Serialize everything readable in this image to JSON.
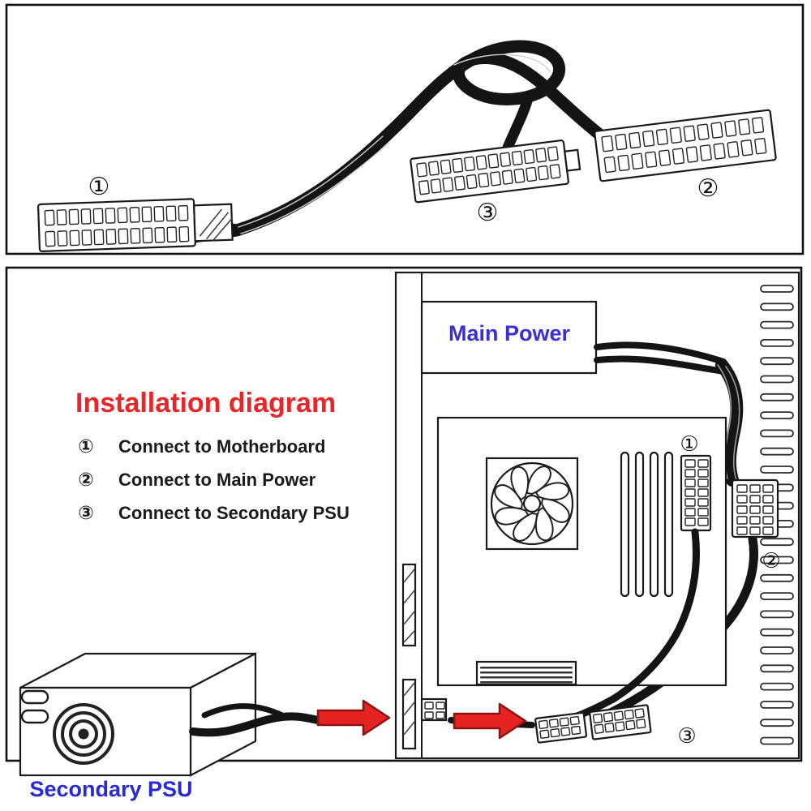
{
  "top_panel": {
    "label_connector_1": "①",
    "label_connector_2": "②",
    "label_connector_3": "③"
  },
  "installation": {
    "title": "Installation diagram",
    "legend": [
      {
        "num": "①",
        "text": "Connect to Motherboard"
      },
      {
        "num": "②",
        "text": "Connect to Main Power"
      },
      {
        "num": "③",
        "text": "Connect to Secondary PSU"
      }
    ],
    "main_power_label": "Main Power",
    "secondary_psu_label": "Secondary PSU",
    "case_label_1": "①",
    "case_label_2": "②",
    "case_label_3": "③"
  },
  "colors": {
    "title_red": "#e8262a",
    "arrow_red": "#e62323",
    "main_power_blue": "#3a2fd0",
    "secondary_psu_blue": "#2a2ad2",
    "line_black": "#1a1a1a"
  }
}
